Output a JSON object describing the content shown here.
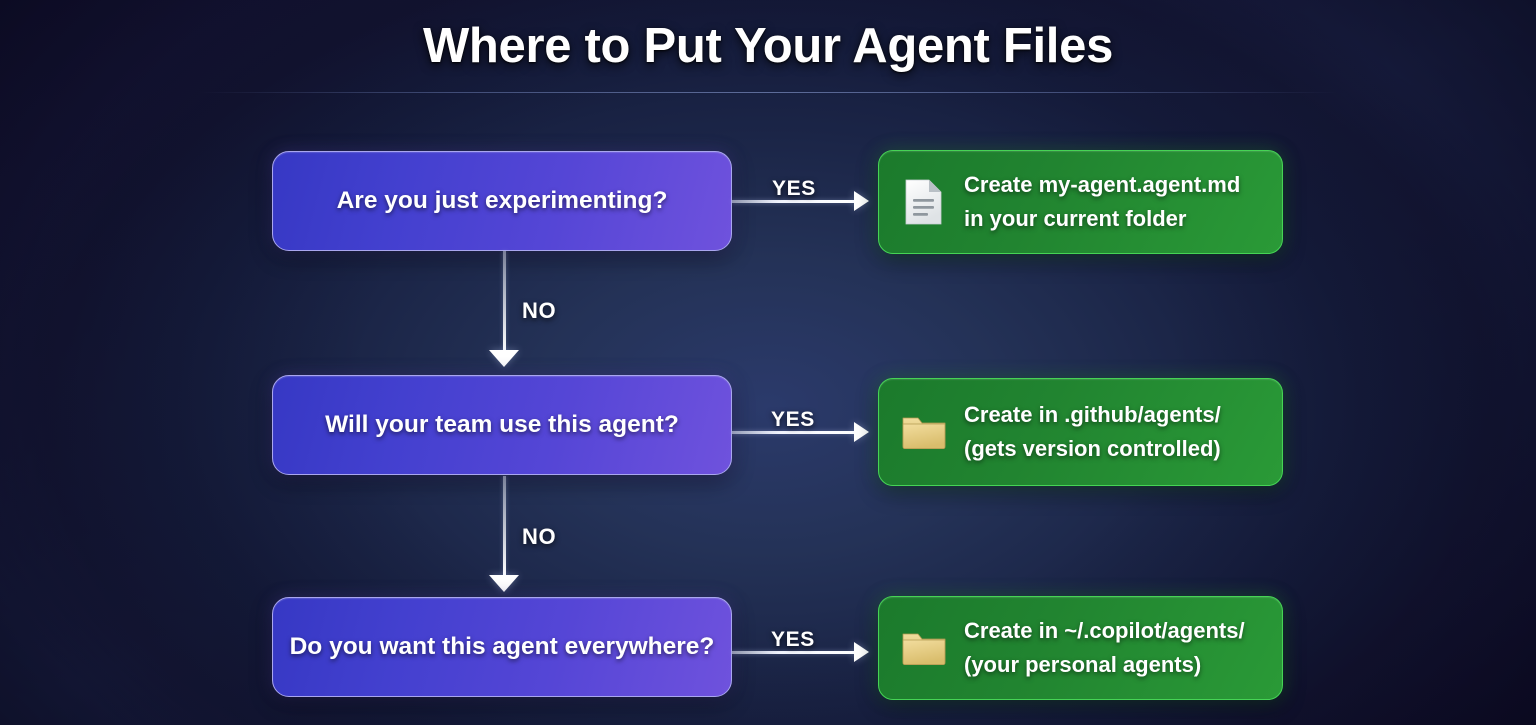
{
  "header": {
    "title": "Where to Put Your Agent Files"
  },
  "colors": {
    "background_dark": "#13123a",
    "background_center": "#2b3a6b",
    "decision_gradient_start": "#3638c4",
    "decision_gradient_end": "#6f52dd",
    "decision_border": "#a9a6ef",
    "outcome_gradient_start": "#1b7a2c",
    "outcome_gradient_end": "#2a9a37",
    "outcome_border": "#46d455",
    "connector": "#ffffff",
    "text": "#ffffff",
    "folder_icon": "#e8cf86",
    "document_icon": "#f2f2f2"
  },
  "flow": {
    "decisions": [
      {
        "label": "Are you just experimenting?"
      },
      {
        "label": "Will your team use this agent?"
      },
      {
        "label": "Do you want this agent everywhere?"
      }
    ],
    "outcomes": [
      {
        "icon": "document-icon",
        "line1": "Create my-agent.agent.md",
        "line2": "in your current folder",
        "text": "Create my-agent.agent.md\nin your current folder"
      },
      {
        "icon": "folder-icon",
        "line1": "Create in .github/agents/",
        "line2": "(gets version controlled)",
        "text": "Create in .github/agents/\n(gets version controlled)"
      },
      {
        "icon": "folder-icon",
        "line1": "Create in ~/.copilot/agents/",
        "line2": "(your personal agents)",
        "text": "Create in ~/.copilot/agents/\n(your personal agents)"
      }
    ],
    "yes_branches": [
      {
        "label": "YES"
      },
      {
        "label": "YES"
      },
      {
        "label": "YES"
      }
    ],
    "no_branches": [
      {
        "label": "NO"
      },
      {
        "label": "NO"
      }
    ]
  }
}
